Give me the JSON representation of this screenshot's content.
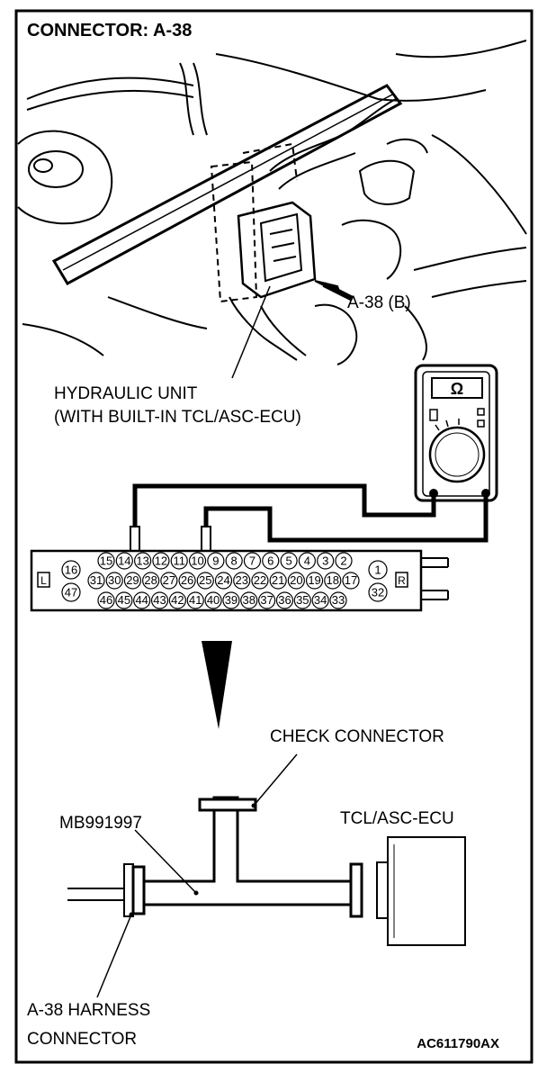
{
  "connector_title": "CONNECTOR: A-38",
  "connector_callout": "A-38 (B)",
  "hydraulic_unit_line1": "HYDRAULIC UNIT",
  "hydraulic_unit_line2": "(WITH BUILT-IN TCL/ASC-ECU)",
  "meter_symbol": "Ω",
  "face_left_label": "L",
  "face_right_label": "R",
  "pins_top": [
    "15",
    "14",
    "13",
    "12",
    "11",
    "10",
    "9",
    "8",
    "7",
    "6",
    "5",
    "4",
    "3",
    "2"
  ],
  "pins_middle": [
    "31",
    "30",
    "29",
    "28",
    "27",
    "26",
    "25",
    "24",
    "23",
    "22",
    "21",
    "20",
    "19",
    "18",
    "17"
  ],
  "pins_bottom": [
    "46",
    "45",
    "44",
    "43",
    "42",
    "41",
    "40",
    "39",
    "38",
    "37",
    "36",
    "35",
    "34",
    "33"
  ],
  "pin_left_top": "16",
  "pin_left_bottom": "47",
  "pin_right_top": "1",
  "pin_right_bottom": "32",
  "check_connector_label": "CHECK CONNECTOR",
  "tool_label": "MB991997",
  "ecu_label": "TCL/ASC-ECU",
  "harness_label_line1": "A-38 HARNESS",
  "harness_label_line2": "CONNECTOR",
  "figure_code": "AC611790AX"
}
